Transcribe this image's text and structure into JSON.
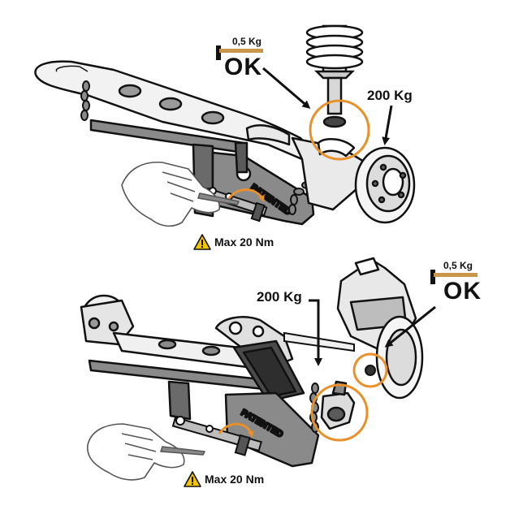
{
  "colors": {
    "outline": "#111111",
    "frame_grey": "#8a8a8a",
    "dark_grey": "#4a4a4a",
    "light_grey": "#d6d6d6",
    "highlight": "#e8902a",
    "warning_yellow": "#f2c500",
    "weight_bar": "#c9964a"
  },
  "top_panel": {
    "small_weight": "0,5 Kg",
    "ok_label": "OK",
    "heavy_weight": "200 Kg",
    "patented": "PATENTED",
    "torque_warning": "Max 20 Nm"
  },
  "bottom_panel": {
    "small_weight": "0,5 Kg",
    "ok_label": "OK",
    "heavy_weight": "200 Kg",
    "patented": "PATENTED",
    "torque_warning": "Max 20 Nm"
  },
  "icons": [
    "warning-triangle-icon",
    "weight-indicator-icon",
    "rotation-arrow-icon",
    "hand-icon"
  ]
}
